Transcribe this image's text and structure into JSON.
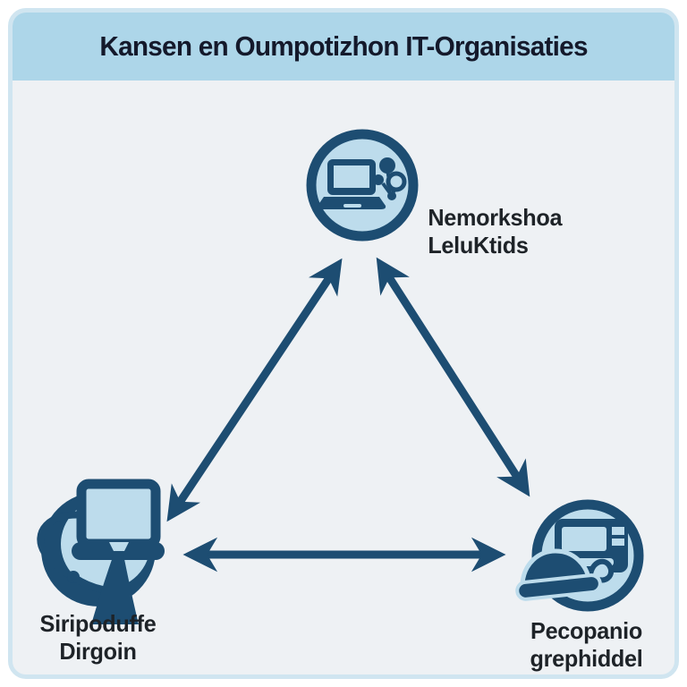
{
  "title": "Kansen en Oumpotizhon IT-Organisaties",
  "nodes": {
    "top": {
      "label": "Nemorkshoa\nLeluKtids",
      "icon": "laptop-network-icon"
    },
    "bottom_left": {
      "label": "Siripoduffe\nDirgoin",
      "icon": "laptop-cable-cone-icon"
    },
    "bottom_right": {
      "label": "Pecopanio\ngrephiddel",
      "icon": "server-hardhat-icon"
    }
  },
  "arrows": {
    "style": "double-headed",
    "connections": [
      [
        "top",
        "bottom_left"
      ],
      [
        "top",
        "bottom_right"
      ],
      [
        "bottom_left",
        "bottom_right"
      ]
    ]
  },
  "colors": {
    "banner": "#add6e9",
    "canvas": "#eef1f4",
    "navy": "#1d4d72",
    "icon_fill": "#bddcec",
    "title_text": "#14192b",
    "label_text": "#1e2328",
    "card_border": "#d0e5f0",
    "page_bg": "#ffffff"
  }
}
